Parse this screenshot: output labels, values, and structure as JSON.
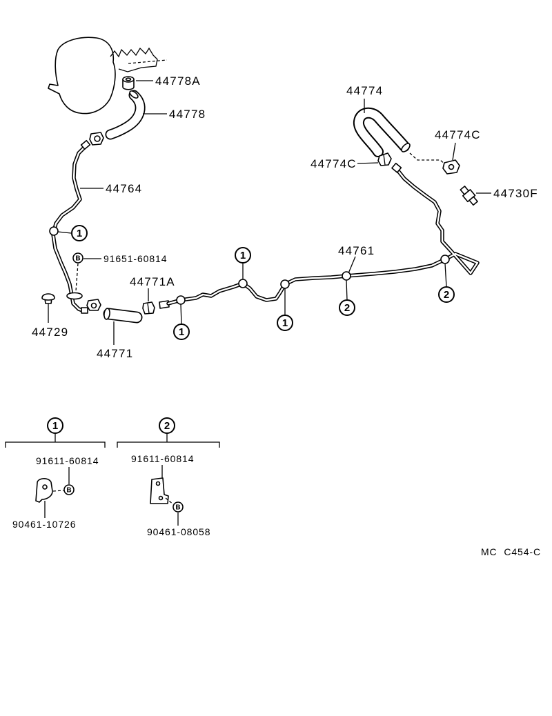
{
  "diagram": {
    "parts": {
      "grommet_top": "44778A",
      "hose_top": "44778",
      "hose_right": "44774",
      "clamp_right_upper": "44774C",
      "clamp_right_lower": "44774C",
      "pipe_left": "44764",
      "check_valve": "44730F",
      "bolt_main": "91651-60814",
      "clip_lower": "44771A",
      "pipe_main": "44761",
      "grommet_left": "44729",
      "hose_lower": "44771"
    },
    "callout_1": "1",
    "callout_2": "2",
    "bolt_marker": "B"
  },
  "details": [
    {
      "callout": "1",
      "upper_part": "91611-60814",
      "lower_part": "90461-10726"
    },
    {
      "callout": "2",
      "upper_part": "91611-60814",
      "lower_part": "90461-08058"
    }
  ],
  "figure_code": "MC C454-C"
}
